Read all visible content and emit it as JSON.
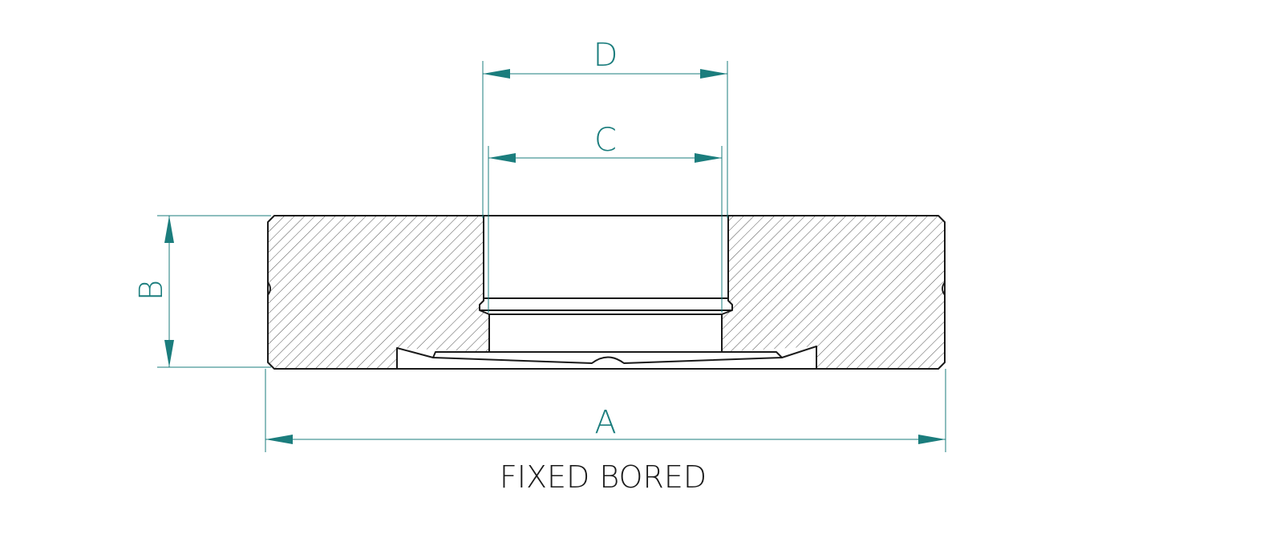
{
  "caption": "FIXED BORED",
  "dimensions": {
    "a": "A",
    "b": "B",
    "c": "C",
    "d": "D"
  },
  "colors": {
    "dimension": "#1b7d7d",
    "outline": "#1a1a1a",
    "hatch": "#555555",
    "background": "#ffffff"
  }
}
